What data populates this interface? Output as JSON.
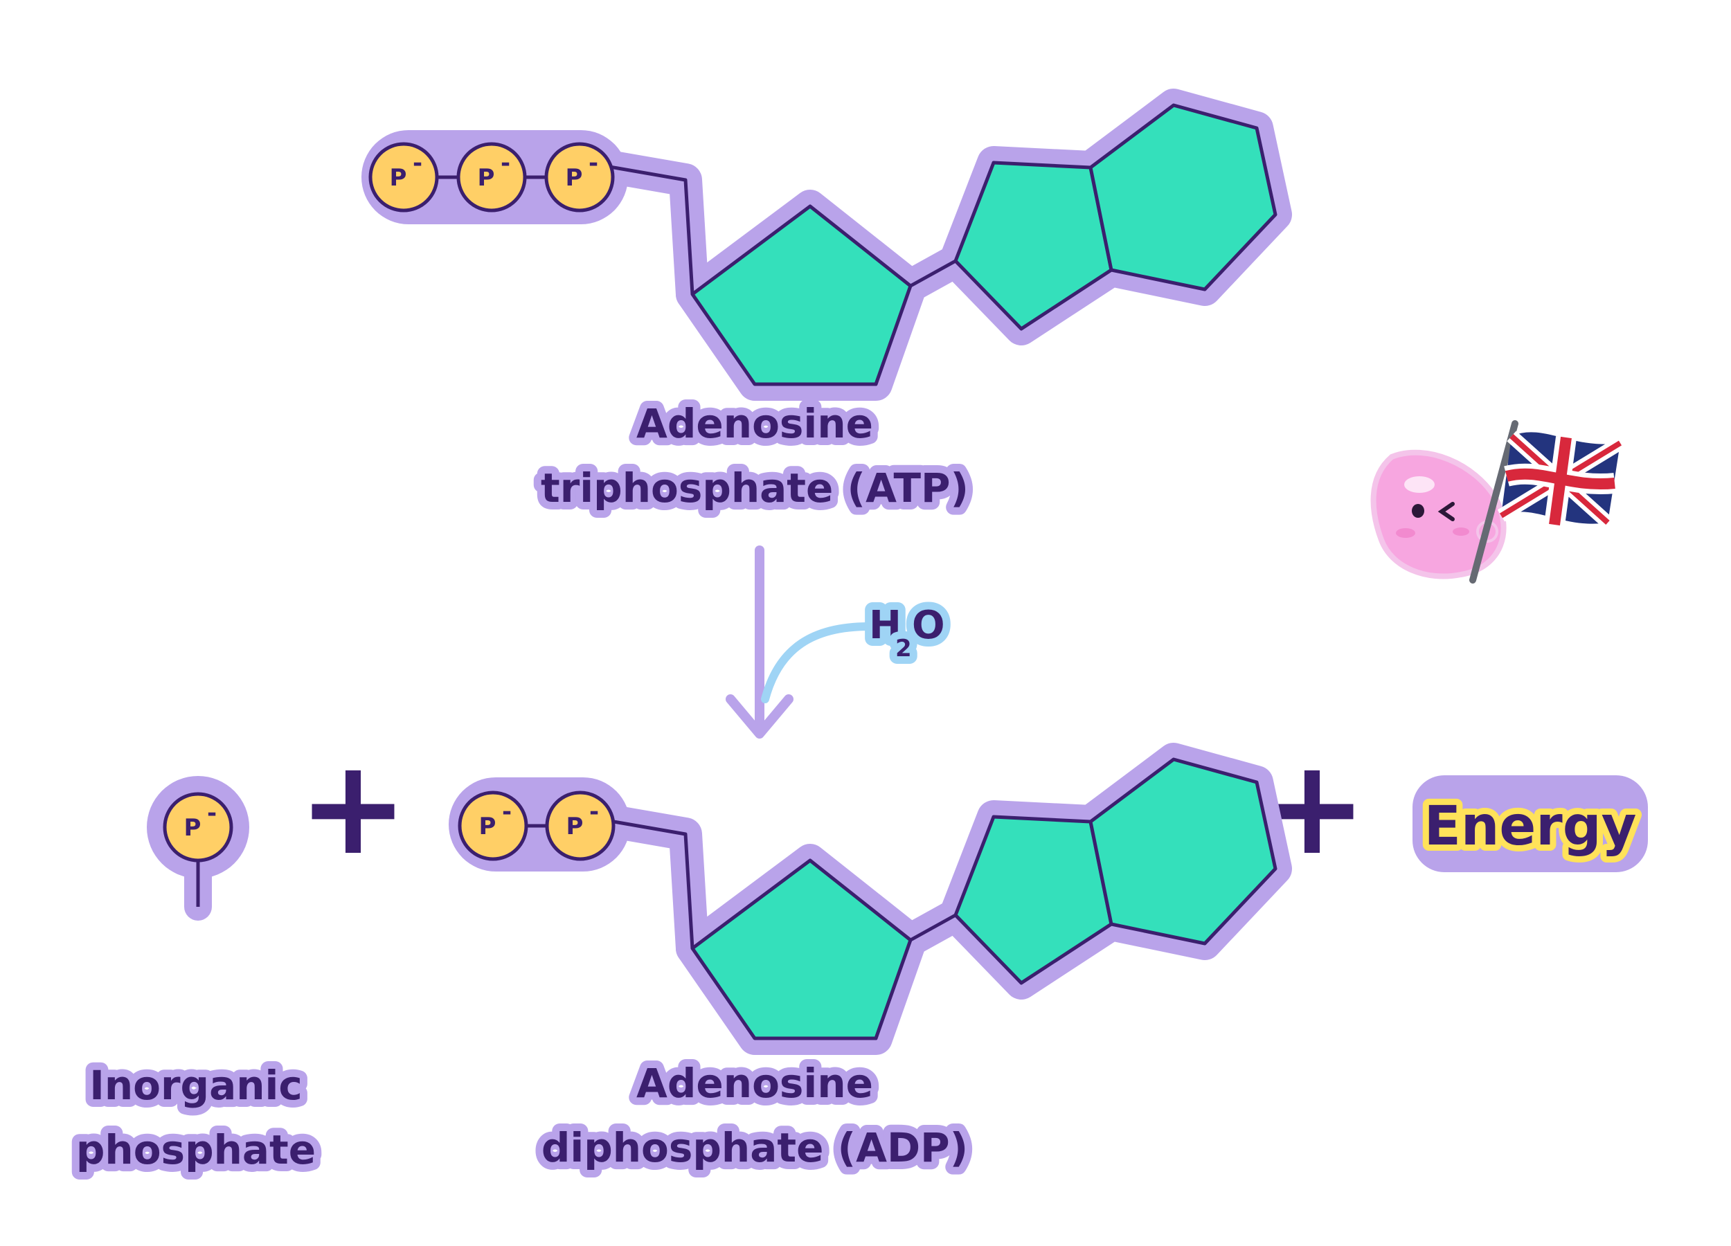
{
  "atp": {
    "label_line1": "Adenosine",
    "label_line2": "triphosphate (ATP)",
    "phosphate_symbol": "P",
    "charge": "-"
  },
  "reaction": {
    "water_main": "H",
    "water_sub": "2",
    "water_end": "O"
  },
  "products": {
    "inorganic_phosphate_line1": "Inorganic",
    "inorganic_phosphate_line2": "phosphate",
    "adp_line1": "Adenosine",
    "adp_line2": "diphosphate (ADP)",
    "plus": "+",
    "energy": "Energy"
  },
  "colors": {
    "outline_purple": "#b9a3ea",
    "ring_teal": "#34e0bb",
    "phosphate_yellow": "#ffcf66",
    "text_dark": "#3b1f6e",
    "water_blue": "#9fd4f5",
    "energy_yellow": "#ffe25a"
  },
  "mascot": {
    "icon": "pink-blob-mascot-icon",
    "flag": "union-jack-flag-icon"
  }
}
